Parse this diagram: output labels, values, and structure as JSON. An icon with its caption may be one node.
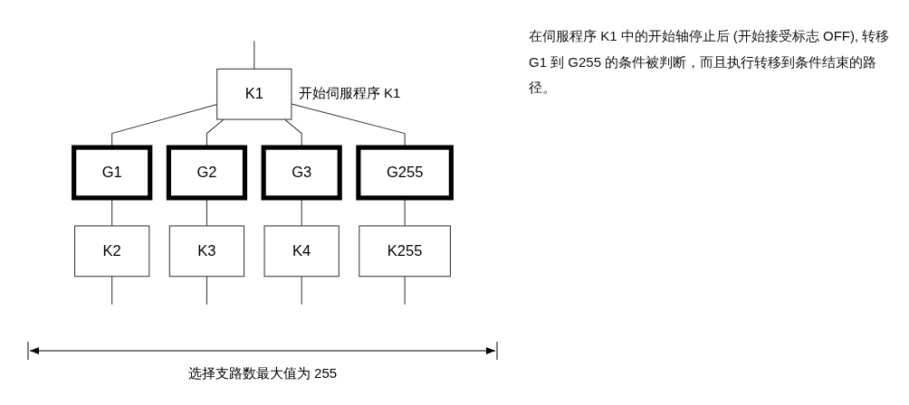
{
  "diagram": {
    "nodes": [
      {
        "text": [
          "K1"
        ],
        "beside": [
          "开始伺服程序 K1"
        ]
      },
      {
        "text": [
          "G1"
        ]
      },
      {
        "text": [
          "G2"
        ]
      },
      {
        "text": [
          "G3"
        ]
      },
      {
        "text": [
          "G255"
        ]
      },
      {
        "text": [
          "K2"
        ]
      },
      {
        "text": [
          "K3"
        ]
      },
      {
        "text": [
          "K4"
        ]
      },
      {
        "text": [
          "K255"
        ]
      }
    ],
    "edges": [
      {
        "from": null,
        "to": 0,
        "arrow": "none"
      },
      {
        "from": 0,
        "to": 1,
        "arrow": "none"
      },
      {
        "from": 0,
        "to": 2,
        "arrow": "none"
      },
      {
        "from": 0,
        "to": 3,
        "arrow": "none"
      },
      {
        "from": 0,
        "to": 4,
        "arrow": "none"
      },
      {
        "from": 1,
        "to": 5,
        "arrow": "none"
      },
      {
        "from": 2,
        "to": 6,
        "arrow": "none"
      },
      {
        "from": 3,
        "to": 7,
        "arrow": "none"
      },
      {
        "from": 4,
        "to": 8,
        "arrow": "none"
      },
      {
        "from": 5,
        "to": null,
        "arrow": "none"
      },
      {
        "from": 6,
        "to": null,
        "arrow": "none"
      },
      {
        "from": 7,
        "to": null,
        "arrow": "none"
      },
      {
        "from": 8,
        "to": null,
        "arrow": "none"
      }
    ],
    "labels": [
      "在伺服程序 K1 中的开始轴停止后 (开始接受标志 OFF), 转移 G1 到 G255 的条件被判断，而且执行转移到条件结束的路径。",
      "选择支路数最大值为 255"
    ]
  }
}
